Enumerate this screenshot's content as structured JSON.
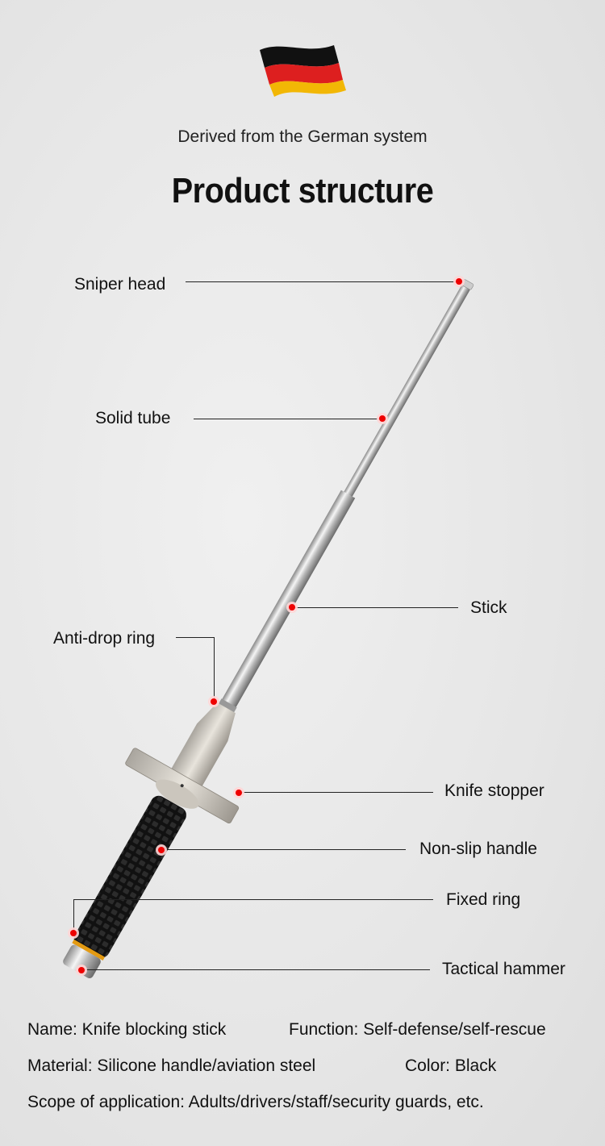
{
  "header": {
    "subtitle": "Derived from the German system",
    "title": "Product structure",
    "flag_colors": [
      "#111111",
      "#dd1f1f",
      "#f2b705"
    ]
  },
  "labels": {
    "sniper_head": "Sniper head",
    "solid_tube": "Solid tube",
    "stick": "Stick",
    "anti_drop_ring": "Anti-drop ring",
    "knife_stopper": "Knife stopper",
    "non_slip_handle": "Non-slip handle",
    "fixed_ring": "Fixed ring",
    "tactical_hammer": "Tactical hammer"
  },
  "specs": {
    "name": "Name: Knife blocking stick",
    "function": "Function: Self-defense/self-rescue",
    "material": "Material: Silicone handle/aviation steel",
    "color": "Color: Black",
    "scope": "Scope of application: Adults/drivers/staff/security guards, etc."
  },
  "marker_color": "#ee0000"
}
